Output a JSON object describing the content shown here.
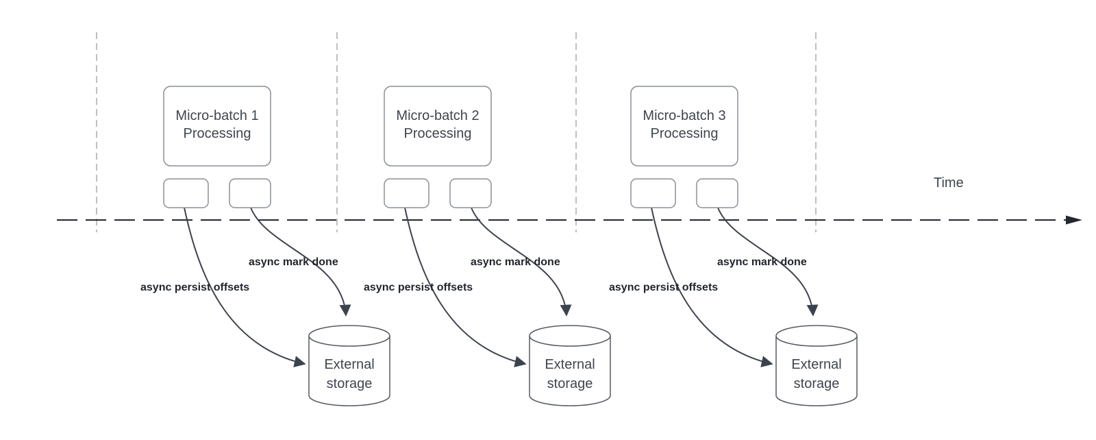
{
  "timeline": {
    "label": "Time"
  },
  "groups": [
    {
      "title_line1": "Micro-batch 1",
      "title_line2": "Processing",
      "persist_label": "async persist offsets",
      "mark_done_label": "async mark done",
      "storage_line1": "External",
      "storage_line2": "storage"
    },
    {
      "title_line1": "Micro-batch 2",
      "title_line2": "Processing",
      "persist_label": "async persist offsets",
      "mark_done_label": "async mark done",
      "storage_line1": "External",
      "storage_line2": "storage"
    },
    {
      "title_line1": "Micro-batch 3",
      "title_line2": "Processing",
      "persist_label": "async persist offsets",
      "mark_done_label": "async mark done",
      "storage_line1": "External",
      "storage_line2": "storage"
    }
  ],
  "colors": {
    "arrow_curve": "#3d434e",
    "timeline_axis": "#24272e",
    "gridline": "#aaaaaa",
    "box_border": "#8a8f98",
    "cylinder_border": "#555a63",
    "title_text": "#3f454e",
    "bold_label_text": "#1f242c"
  }
}
